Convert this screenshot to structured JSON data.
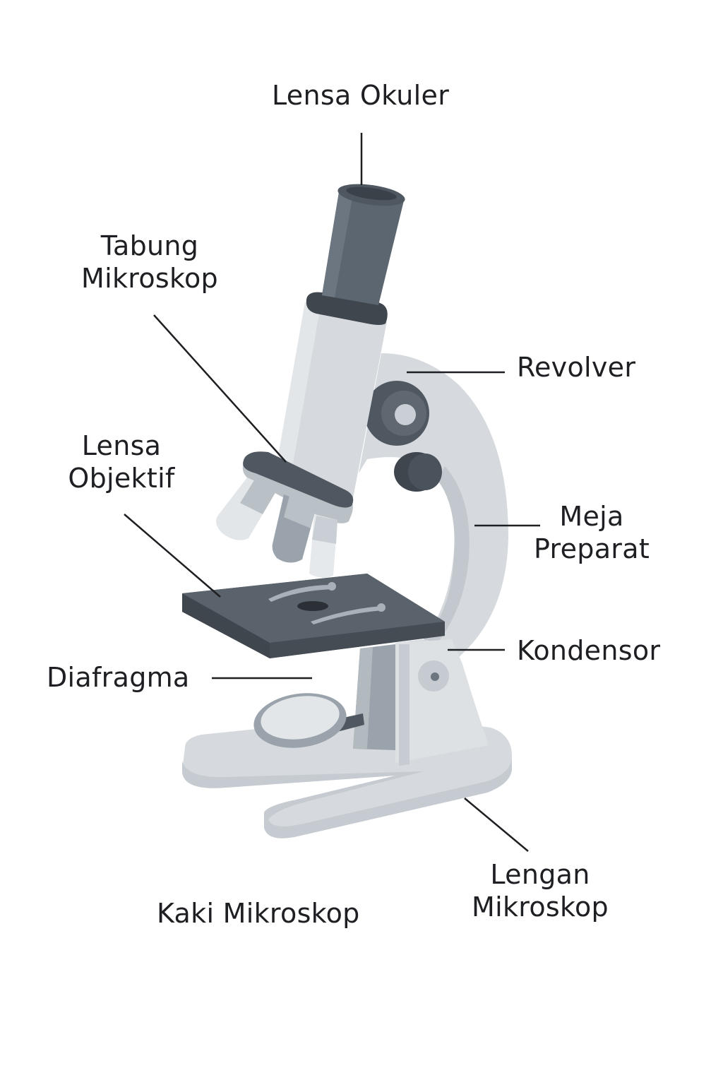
{
  "colors": {
    "light": "#d6dade",
    "lighter": "#e6e9ec",
    "mid": "#9aa3ab",
    "midlight": "#b9c0c6",
    "dark": "#4f5760",
    "darker": "#3f464e",
    "eyepiece": "#5c6670"
  },
  "labels": {
    "lensa_okuler": "Lensa Okuler",
    "tabung": {
      "line1": "Tabung",
      "line2": "Mikroskop"
    },
    "revolver": "Revolver",
    "lensa_objektif": {
      "line1": "Lensa",
      "line2": "Objektif"
    },
    "meja_preparat": {
      "line1": "Meja",
      "line2": "Preparat"
    },
    "kondensor": "Kondensor",
    "diafragma": "Diafragma",
    "lengan": {
      "line1": "Lengan",
      "line2": "Mikroskop"
    },
    "kaki": "Kaki Mikroskop"
  }
}
